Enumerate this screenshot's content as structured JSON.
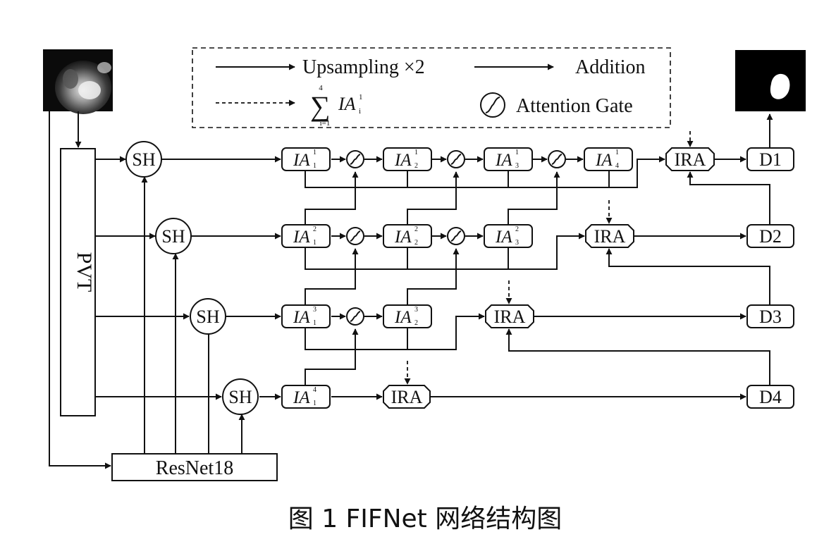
{
  "legend": {
    "upsampling": "Upsampling  ×2",
    "addition": "Addition",
    "attention_gate": "Attention Gate",
    "sum_upper": "4",
    "sum_lower": "i=1",
    "sum_term": "IA",
    "sum_sup": "1",
    "sum_sub": "i"
  },
  "encoders": {
    "pvt": "PVT",
    "resnet": "ResNet18"
  },
  "modules": {
    "sh": "SH",
    "ira": "IRA"
  },
  "ia_label": "IA",
  "ia_nodes": [
    {
      "sup": "1",
      "sub": "1"
    },
    {
      "sup": "1",
      "sub": "2"
    },
    {
      "sup": "1",
      "sub": "3"
    },
    {
      "sup": "1",
      "sub": "4"
    },
    {
      "sup": "2",
      "sub": "1"
    },
    {
      "sup": "2",
      "sub": "2"
    },
    {
      "sup": "2",
      "sub": "3"
    },
    {
      "sup": "3",
      "sub": "1"
    },
    {
      "sup": "3",
      "sub": "2"
    },
    {
      "sup": "4",
      "sub": "1"
    }
  ],
  "decoders": [
    "D1",
    "D2",
    "D3",
    "D4"
  ],
  "images": {
    "input": "input image",
    "output": "prediction mask"
  },
  "caption": "图 1  FIFNet 网络结构图"
}
